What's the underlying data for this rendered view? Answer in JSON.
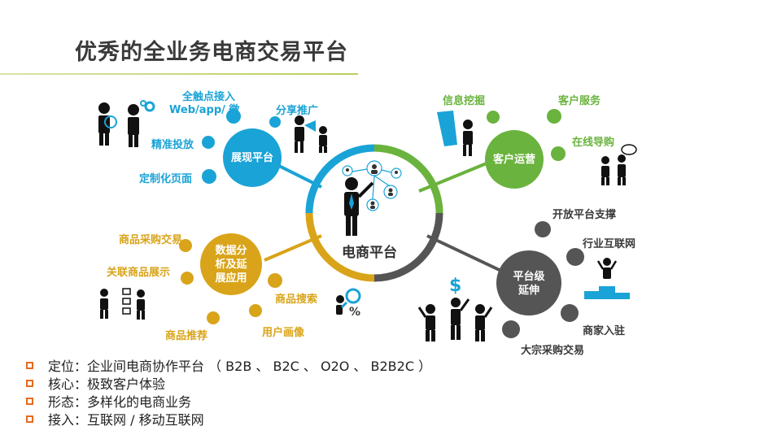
{
  "title": "优秀的全业务电商交易平台",
  "center": {
    "label": "电商平台"
  },
  "hubs": [
    {
      "key": "display",
      "label": "展现平台",
      "color": "#1aa3d6",
      "items": [
        "全触点接入 Web/app/ 微",
        "分享推广",
        "精准投放",
        "定制化页面"
      ]
    },
    {
      "key": "customer",
      "label": "客户运营",
      "color": "#6ab33e",
      "items": [
        "信息挖掘",
        "客户服务",
        "在线导购"
      ]
    },
    {
      "key": "data",
      "label": "数据分析及延展应用",
      "color": "#d9a41a",
      "items": [
        "商品采购交易",
        "关联商品展示",
        "商品搜索",
        "商品推荐",
        "用户画像"
      ]
    },
    {
      "key": "platform",
      "label": "平台级延伸",
      "color": "#555555",
      "items": [
        "开放平台支撑",
        "行业互联网",
        "商家入驻",
        "大宗采购交易"
      ]
    }
  ],
  "labels": {
    "web_line1": "全触点接入",
    "web_line2": "Web/app/ 微",
    "share": "分享推广",
    "precise": "精准投放",
    "custom_page": "定制化页面",
    "info_mining": "信息挖掘",
    "cust_service": "客户服务",
    "online_guide": "在线导购",
    "procure": "商品采购交易",
    "related": "关联商品展示",
    "search": "商品搜索",
    "recommend": "商品推荐",
    "profile": "用户画像",
    "open_platform": "开放平台支撑",
    "industry": "行业互联网",
    "merchant": "商家入驻",
    "bulk": "大宗采购交易",
    "hub_display": "展现平台",
    "hub_customer": "客户运营",
    "hub_data_1": "数据分",
    "hub_data_2": "析及延",
    "hub_data_3": "展应用",
    "hub_platform_1": "平台级",
    "hub_platform_2": "延伸",
    "percent": "%"
  },
  "bullets": [
    {
      "label": "定位",
      "text": "定位：企业间电商协作平台 （ B2B 、 B2C 、 O2O 、 B2B2C ）"
    },
    {
      "label": "核心",
      "text": "核心：极致客户体验"
    },
    {
      "label": "形态",
      "text": "形态：多样化的电商业务"
    },
    {
      "label": "接入",
      "text": "接入：互联网 / 移动互联网"
    }
  ],
  "colors": {
    "blue": "#1aa3d6",
    "green": "#6ab33e",
    "gold": "#d9a41a",
    "dark": "#555555",
    "bullet": "#e46b1e"
  }
}
